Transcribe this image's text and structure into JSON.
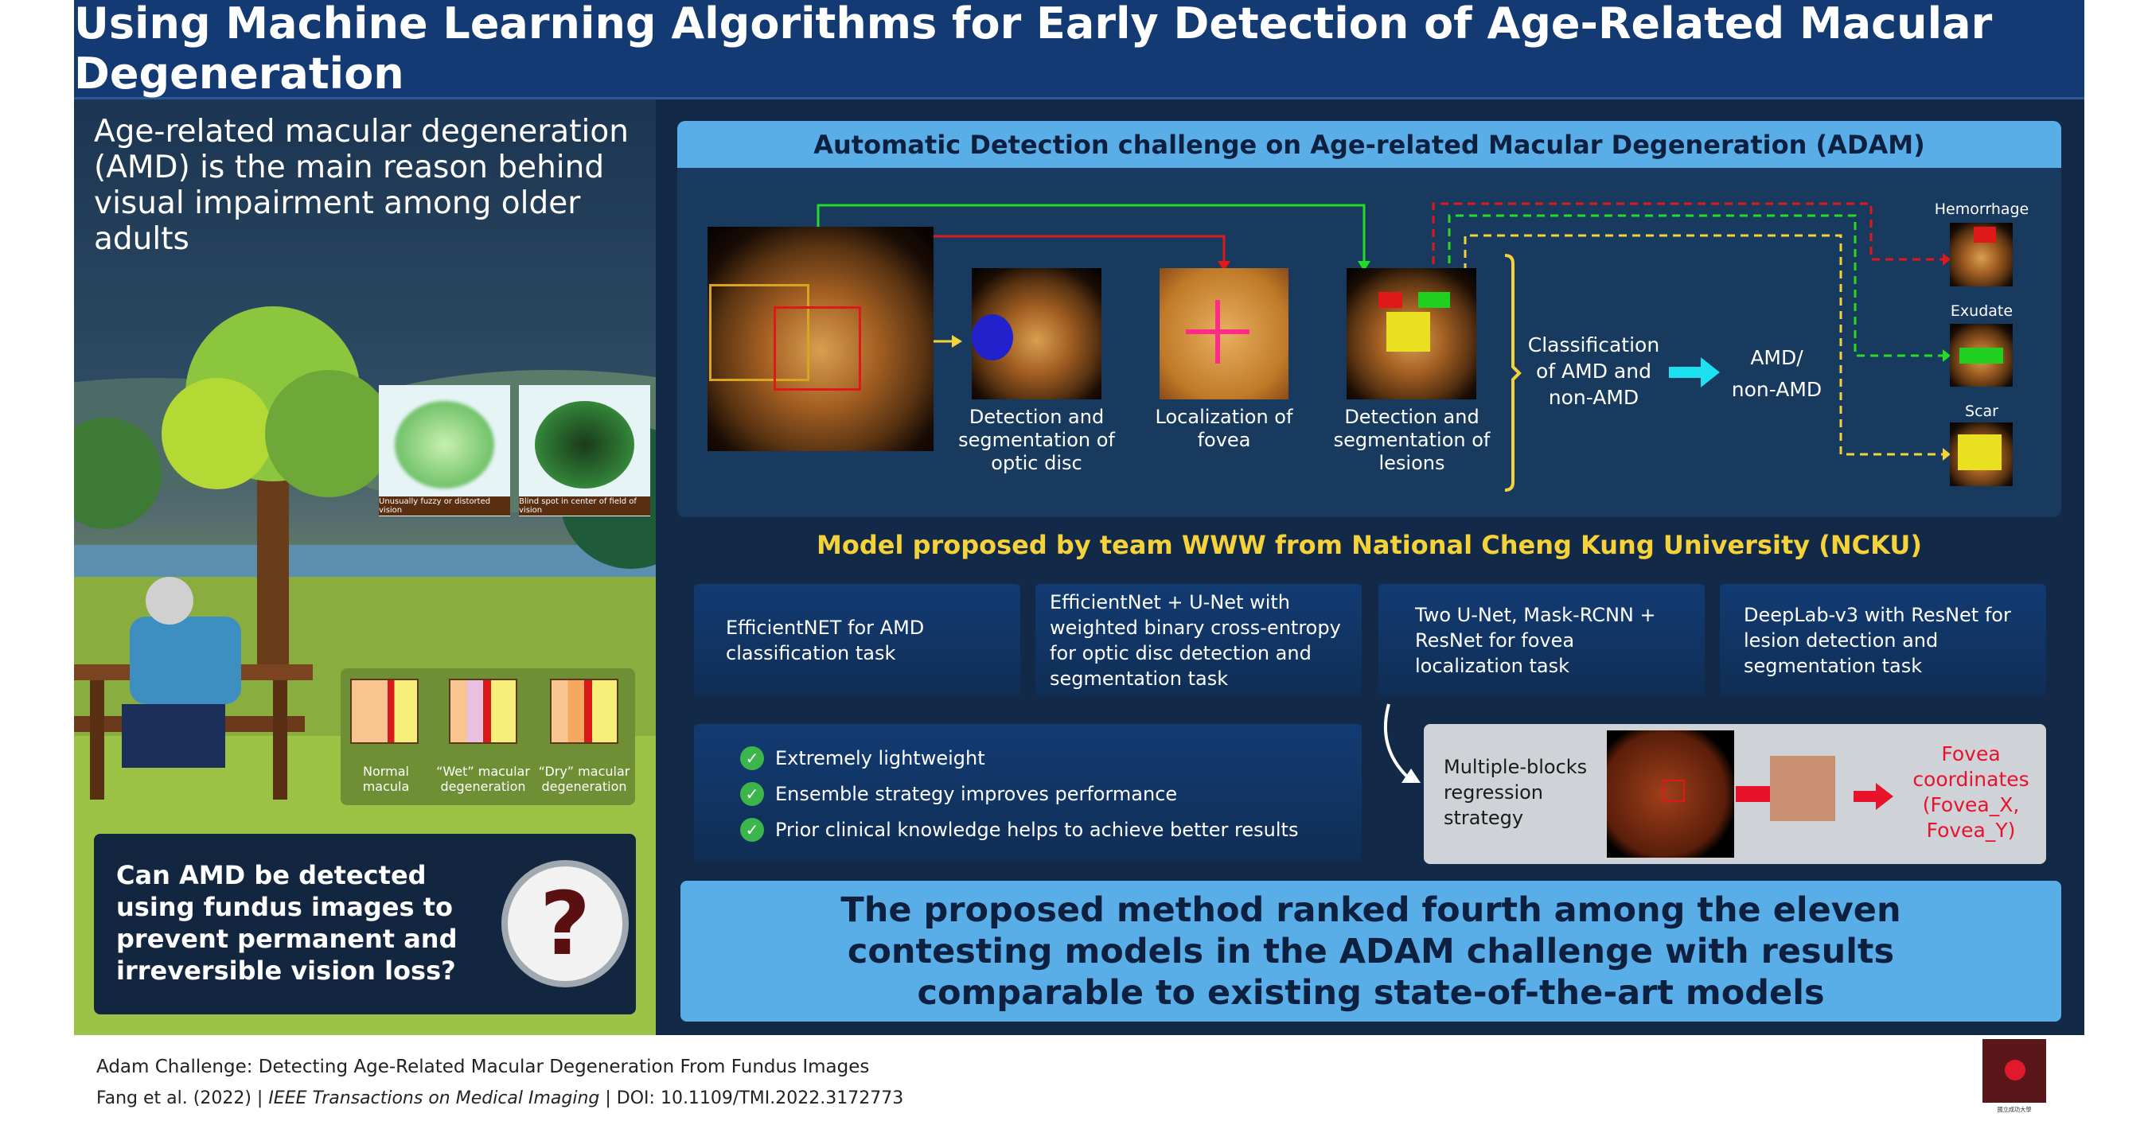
{
  "title": "Using Machine Learning Algorithms for Early Detection of Age-Related Macular Degeneration",
  "left": {
    "intro": "Age-related macular degeneration (AMD) is the main reason behind visual impairment among older adults",
    "vision_examples": [
      "Unusually fuzzy or distorted vision",
      "Blind spot in center of field of vision"
    ],
    "macula_types": [
      "Normal macula",
      "“Wet” macular degeneration",
      "“Dry” macular degeneration"
    ],
    "question": "Can AMD be detected using fundus images to prevent permanent and irreversible vision loss?",
    "question_icon": "question-mark-icon"
  },
  "adam": {
    "header": "Automatic Detection challenge on Age-related Macular Degeneration (ADAM)",
    "steps": [
      "Detection and segmentation of optic disc",
      "Localization of fovea",
      "Detection and segmentation of lesions"
    ],
    "classification": "Classification of AMD and non-AMD",
    "result": "AMD/ non-AMD",
    "lesions": [
      "Hemorrhage",
      "Exudate",
      "Scar"
    ]
  },
  "model": {
    "title": "Model proposed by team WWW from National Cheng Kung University (NCKU)",
    "boxes": [
      "EfficientNET for AMD classification task",
      "EfficientNet + U-Net with weighted binary cross-entropy for optic disc detection and segmentation task",
      "Two U-Net, Mask-RCNN + ResNet for fovea localization task",
      "DeepLab-v3 with ResNet for lesion detection and segmentation task"
    ],
    "benefits": [
      "Extremely lightweight",
      "Ensemble strategy improves performance",
      "Prior clinical knowledge helps to achieve better results"
    ],
    "regression": "Multiple-blocks regression strategy",
    "fovea_output": "Fovea coordinates (Fovea_X, Fovea_Y)"
  },
  "conclusion": "The proposed method ranked fourth among the eleven contesting models in the ADAM challenge with results comparable to existing state-of-the-art models",
  "footer": {
    "paper_title": "Adam Challenge: Detecting Age-Related Macular Degeneration From Fundus Images",
    "authors": "Fang et al. (2022)",
    "journal": "IEEE Transactions on Medical Imaging",
    "doi": "DOI: 10.1109/TMI.2022.3172773",
    "logo_text": "國立成功大學 National Cheng Kung University"
  },
  "colors": {
    "title_bg": "#133a73",
    "panel_bg": "#122a47",
    "header_light": "#5aaee8",
    "accent_yellow": "#f5d23a",
    "fovea_red": "#e8132b"
  }
}
